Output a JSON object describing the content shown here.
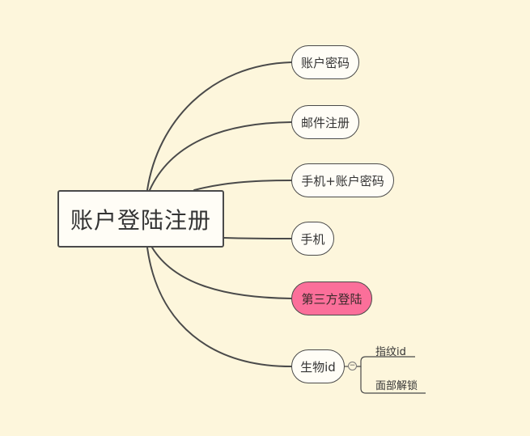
{
  "root": {
    "label": "账户登陆注册"
  },
  "branches": [
    {
      "label": "账户密码"
    },
    {
      "label": "邮件注册"
    },
    {
      "label": "手机+账户密码"
    },
    {
      "label": "手机"
    },
    {
      "label": "第三方登陆",
      "highlight": true,
      "color": "#fb6f9a"
    },
    {
      "label": "生物id",
      "children": [
        {
          "label": "指纹id"
        },
        {
          "label": "面部解锁"
        }
      ]
    }
  ],
  "collapse_toggle": {
    "symbol": "−"
  },
  "colors": {
    "background": "#fdf6dc",
    "line": "#4a4a4a",
    "highlight": "#fb6f9a"
  }
}
